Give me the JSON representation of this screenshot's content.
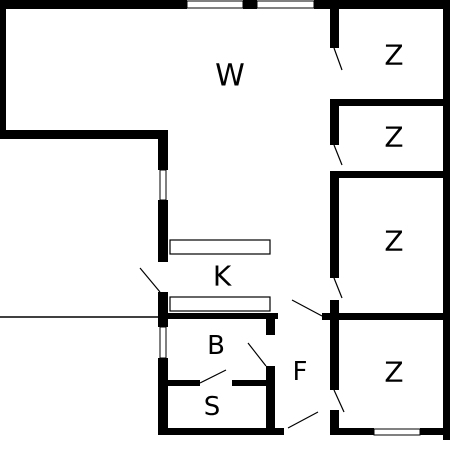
{
  "rooms": {
    "w": "W",
    "z1": "Z",
    "z2": "Z",
    "z3": "Z",
    "z4": "Z",
    "k": "K",
    "b": "B",
    "f": "F",
    "s": "S"
  },
  "colors": {
    "wall": "#000000",
    "background": "#ffffff"
  }
}
